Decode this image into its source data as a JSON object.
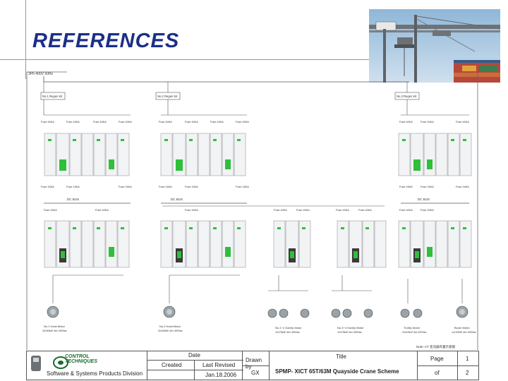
{
  "slide": {
    "title": "REFERENCES"
  },
  "diagram": {
    "supply_label": "3Ph 400V 50Hz",
    "dc_bus": "DC BUS",
    "regen": [
      "No.1 Regen Kit",
      "No.2 Regen Kit",
      "No.3 Regen Kit"
    ],
    "fuse_a": "Fuse 40KA",
    "fuse_b": "Fuse 16KA",
    "motors": [
      {
        "label": "No.1 Hoist Motor",
        "sub": "3x160kW 4ex 400Vac"
      },
      {
        "label": "No.2 Hoist Motor",
        "sub": "3x160kW 4ex 400Vac"
      },
      {
        "label": "No.1~2 Gantry Motor",
        "sub": "12x75kW 4ex 400Vac"
      },
      {
        "label": "No.3~4 Gantry Motor",
        "sub": "12x75kW 4ex 400Vac"
      },
      {
        "label": "Trolley Motor",
        "sub": "2x110kW 4ex 400Vac"
      },
      {
        "label": "Boom Motor",
        "sub": "1x132kW 4ex 400Vac"
      }
    ],
    "note": "Note: CT 变流器布置示意图"
  },
  "title_block": {
    "brand_line1": "CONTROL",
    "brand_line2": "TECHNIQUES",
    "division": "Software & Systems Products Division",
    "date_label": "Date",
    "created_label": "Created",
    "revised_label": "Last Revised",
    "revised_value": "Jan.18.2006",
    "drawn_label": "Drawn by",
    "drawn_value": "GX",
    "title_label": "Title",
    "title_value": "SPMP- XICT 65T/63M Quayside Crane Scheme",
    "page_label": "Page",
    "page_value": "1",
    "of_label": "of",
    "of_value": "2"
  },
  "colors": {
    "title": "#1b2f86",
    "drive_green": "#2fbf3a",
    "line": "#8a9ab8",
    "brand": "#1a6b2f"
  }
}
